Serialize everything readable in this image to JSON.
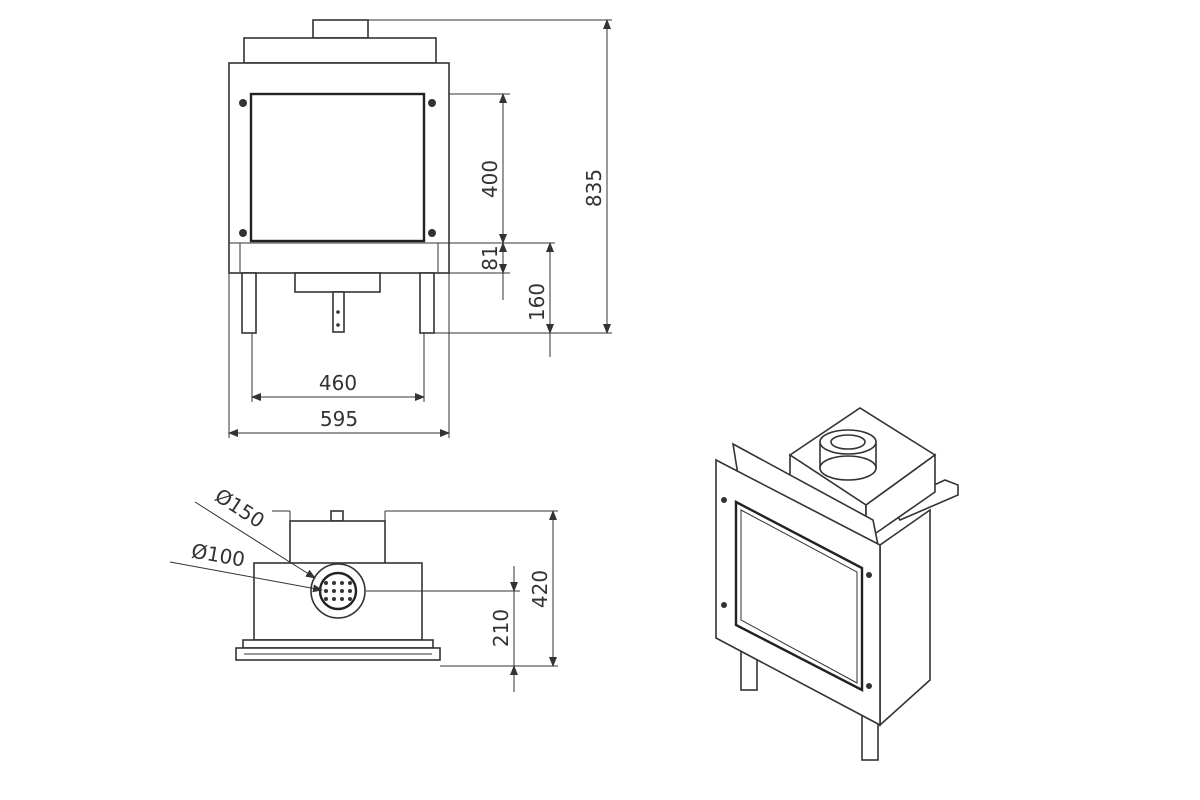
{
  "diagram": {
    "front_view": {
      "dimensions": {
        "height_total": "835",
        "glass_height": "400",
        "lower_frame": "81",
        "leg_height": "160",
        "inner_width": "460",
        "outer_width": "595"
      }
    },
    "top_view": {
      "dimensions": {
        "outer_flue_diameter": "Ø150",
        "inner_flue_diameter": "Ø100",
        "flue_offset": "210",
        "depth": "420"
      }
    },
    "colors": {
      "line": "#333333",
      "background": "#ffffff",
      "shading": "#e8e8e8"
    }
  }
}
